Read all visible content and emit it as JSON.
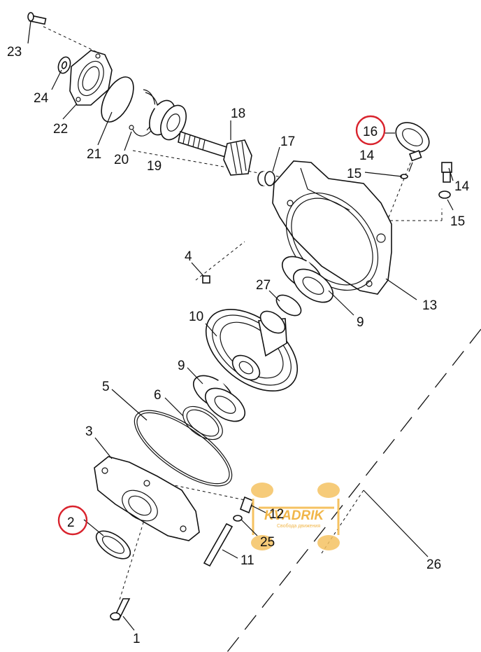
{
  "diagram": {
    "callouts": [
      "1",
      "2",
      "3",
      "4",
      "5",
      "6",
      "9",
      "9",
      "10",
      "11",
      "12",
      "13",
      "14",
      "14",
      "15",
      "15",
      "16",
      "17",
      "18",
      "19",
      "20",
      "21",
      "22",
      "23",
      "24",
      "25",
      "26",
      "27"
    ],
    "highlighted": [
      "2",
      "16"
    ],
    "highlight_color": "#d9232d",
    "line_color": "#111111"
  },
  "watermark": {
    "brand": "KVADRIK",
    "tagline": "Свобода движения",
    "color": "#f1b64a"
  }
}
